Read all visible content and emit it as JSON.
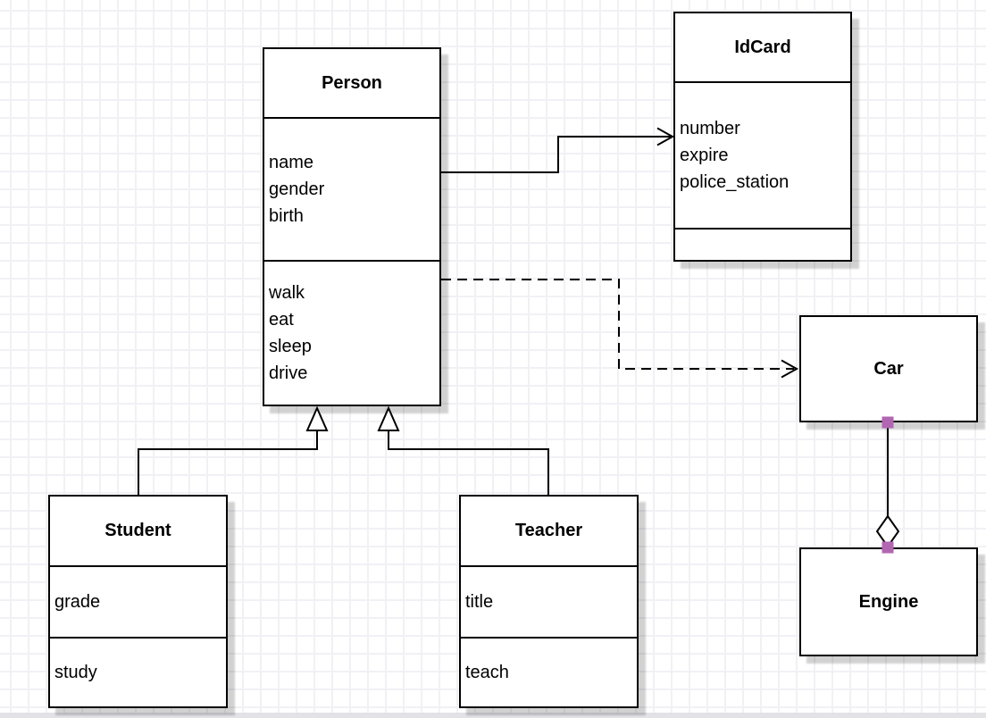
{
  "diagram": {
    "kind": "uml-class-diagram",
    "classes": {
      "person": {
        "title": "Person",
        "attributes": [
          "name",
          "gender",
          "birth"
        ],
        "methods": [
          "walk",
          "eat",
          "sleep",
          "drive"
        ]
      },
      "idcard": {
        "title": "IdCard",
        "attributes": [
          "number",
          "expire",
          "police_station"
        ],
        "methods": []
      },
      "car": {
        "title": "Car",
        "attributes": [],
        "methods": []
      },
      "engine": {
        "title": "Engine",
        "attributes": [],
        "methods": []
      },
      "student": {
        "title": "Student",
        "attributes": [
          "grade"
        ],
        "methods": [
          "study"
        ]
      },
      "teacher": {
        "title": "Teacher",
        "attributes": [
          "title"
        ],
        "methods": [
          "teach"
        ]
      }
    },
    "relationships": [
      {
        "from": "Person",
        "to": "IdCard",
        "type": "association",
        "line": "solid",
        "arrow": "open"
      },
      {
        "from": "Person",
        "to": "Car",
        "type": "dependency",
        "line": "dashed",
        "arrow": "open"
      },
      {
        "from": "Student",
        "to": "Person",
        "type": "generalization",
        "line": "solid",
        "arrow": "hollow-triangle"
      },
      {
        "from": "Teacher",
        "to": "Person",
        "type": "generalization",
        "line": "solid",
        "arrow": "hollow-triangle"
      },
      {
        "from": "Car",
        "to": "Engine",
        "type": "aggregation",
        "line": "solid",
        "arrow": "hollow-diamond",
        "endpoint_markers": "purple-squares"
      }
    ],
    "colors": {
      "stroke": "#000000",
      "box_fill": "#ffffff",
      "grid_line": "#f1f1f5",
      "endpoint_marker": "#b266b2",
      "shadow": "rgba(0,0,0,0.18)"
    }
  }
}
